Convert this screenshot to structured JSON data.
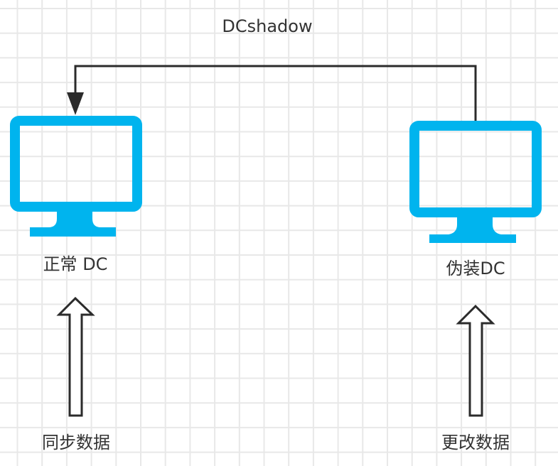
{
  "diagram": {
    "connector_label": "DCshadow",
    "nodes": [
      {
        "id": "normal-dc",
        "label": "正常 DC",
        "icon": "monitor-icon"
      },
      {
        "id": "fake-dc",
        "label": "伪装DC",
        "icon": "monitor-icon"
      }
    ],
    "inputs": [
      {
        "target": "normal-dc",
        "label": "同步数据",
        "icon": "hollow-up-arrow-icon"
      },
      {
        "target": "fake-dc",
        "label": "更改数据",
        "icon": "hollow-up-arrow-icon"
      }
    ],
    "edges": [
      {
        "from": "fake-dc",
        "to": "normal-dc",
        "label": "DCshadow"
      }
    ]
  },
  "colors": {
    "monitor": "#00b4ee",
    "connector": "#2b2b2b",
    "arrow_stroke": "#2b2b2b",
    "grid": "#e8e8e8",
    "text": "#333333"
  }
}
